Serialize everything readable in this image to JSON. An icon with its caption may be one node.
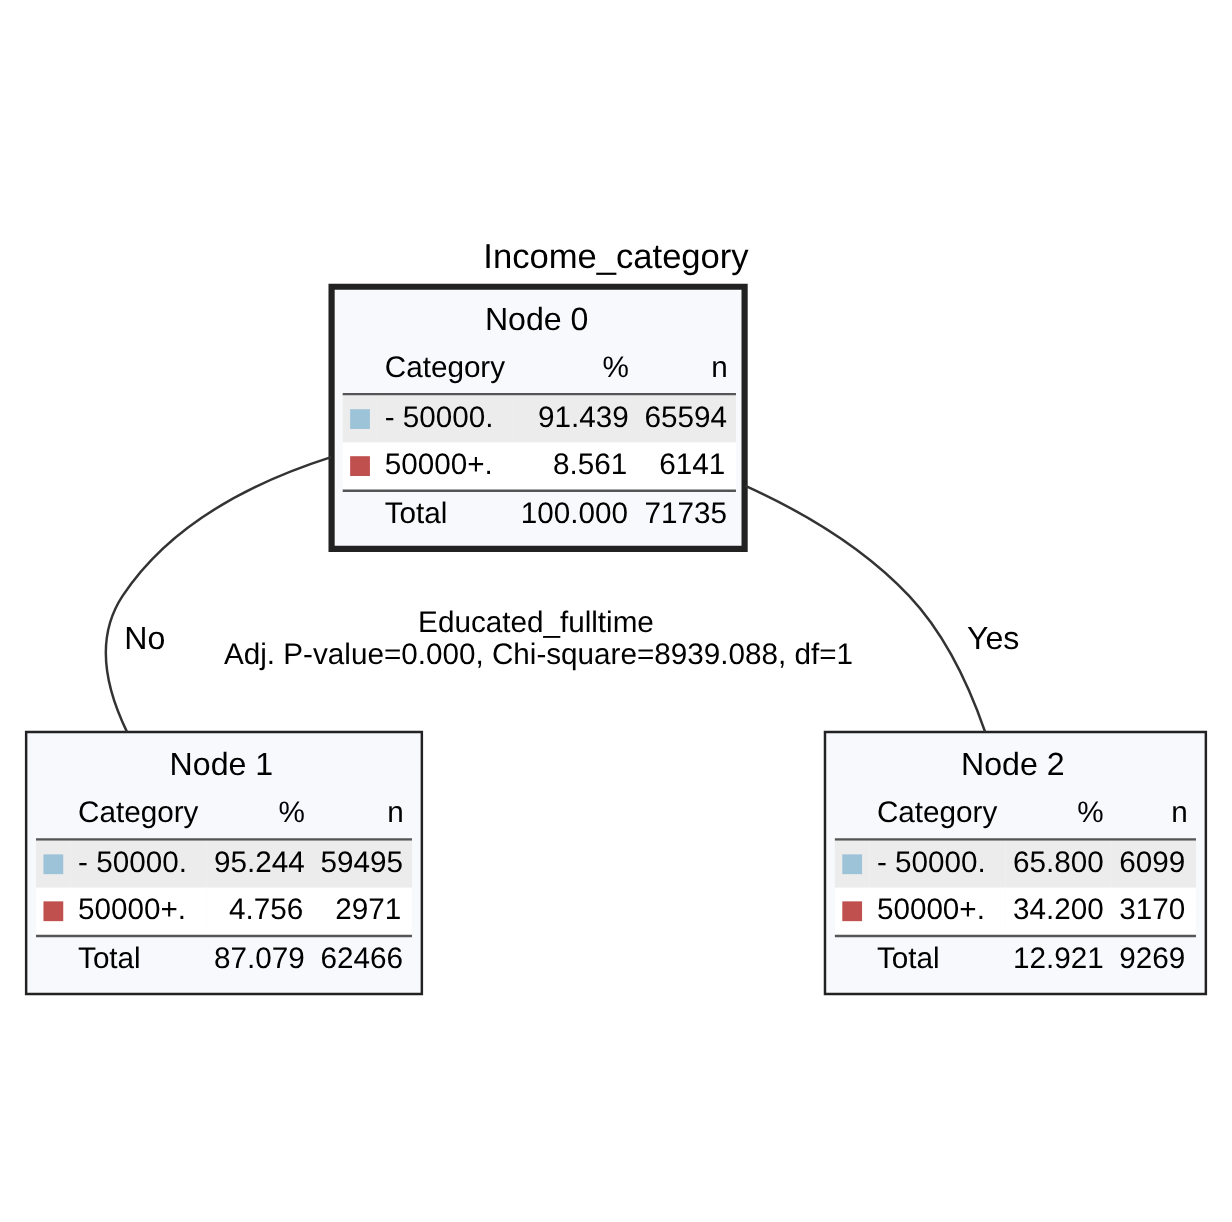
{
  "diagram": {
    "title": "Income_category",
    "nodes": [
      {
        "text": [
          "Node 0",
          "Category",
          "%",
          "n",
          "- 50000.",
          "91.439",
          "65594",
          "50000+.",
          "8.561",
          "6141",
          "Total",
          "100.000",
          "71735"
        ]
      },
      {
        "text": [
          "Node 1",
          "Category",
          "%",
          "n",
          "- 50000.",
          "95.244",
          "59495",
          "50000+.",
          "4.756",
          "2971",
          "Total",
          "87.079",
          "62466"
        ]
      },
      {
        "text": [
          "Node 2",
          "Category",
          "%",
          "n",
          "- 50000.",
          "65.800",
          "6099",
          "50000+.",
          "34.200",
          "3170",
          "Total",
          "12.921",
          "9269"
        ]
      }
    ],
    "edges": [
      {
        "from": 0,
        "to": 1,
        "arrow": "none",
        "label": "No"
      },
      {
        "from": 0,
        "to": 2,
        "arrow": "none",
        "label": "Yes"
      }
    ],
    "labels": [
      "Educated_fulltime",
      "Adj. P-value=0.000, Chi-square=8939.088, df=1"
    ]
  }
}
